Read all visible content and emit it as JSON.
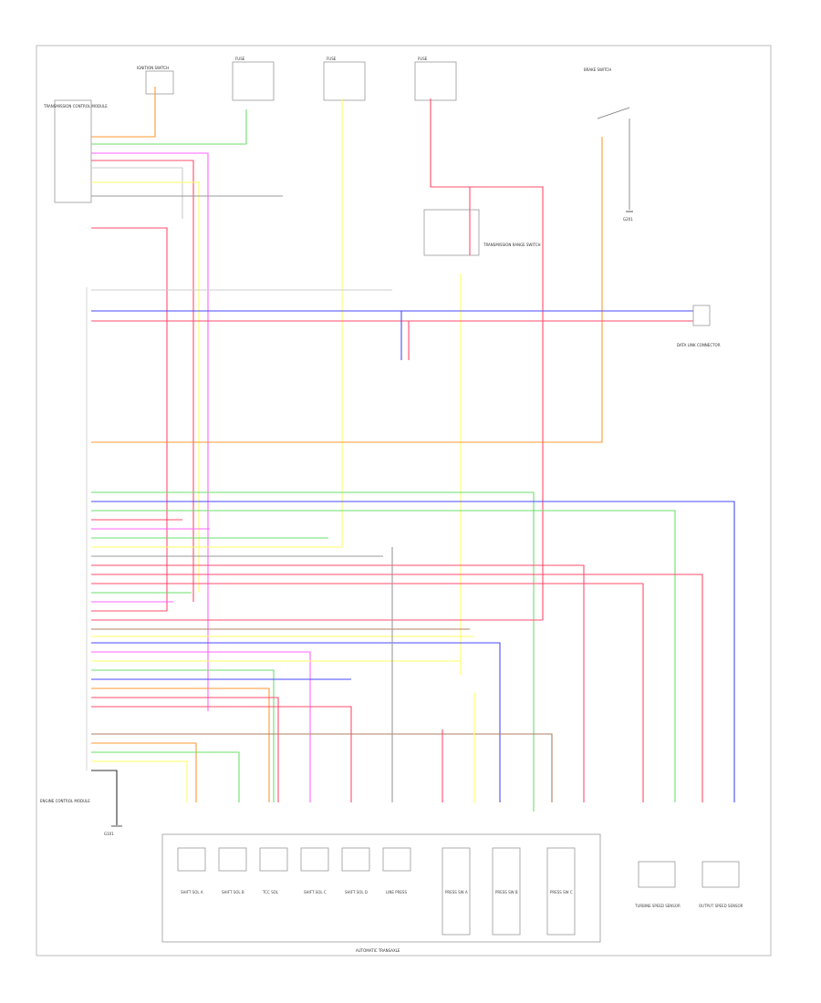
{
  "diagram": {
    "footer_left": "",
    "bottom_caption": "AUTOMATIC TRANSAXLE",
    "components": {
      "tcm": "TRANSMISSION CONTROL MODULE",
      "ecm": "ENGINE CONTROL MODULE",
      "fuse_left": "FUSE",
      "fuse_mid": "FUSE",
      "fuse_right": "FUSE",
      "ignition": "IGNITION SWITCH",
      "brake_switch": "BRAKE SWITCH",
      "data_link": "DATA LINK CONNECTOR",
      "trans_range": "TRANSMISSION RANGE SWITCH",
      "turbine_sensor": "TURBINE SPEED SENSOR",
      "output_sensor": "OUTPUT SPEED SENSOR",
      "ground_left": "G101",
      "ground_right": "G201"
    },
    "solenoids": [
      "SHIFT SOL A",
      "SHIFT SOL B",
      "TCC SOL",
      "SHIFT SOL C",
      "SHIFT SOL D",
      "LINE PRESS",
      "PRESS SW A",
      "PRESS SW B",
      "PRESS SW C"
    ],
    "colors": {
      "red": "#ff4d6d",
      "blue": "#4a4aff",
      "green": "#6ddf6d",
      "yellow": "#ffff66",
      "orange": "#ff9933",
      "pink": "#ff66ff",
      "brown": "#b08060",
      "gray": "#999999",
      "black": "#333333"
    }
  }
}
